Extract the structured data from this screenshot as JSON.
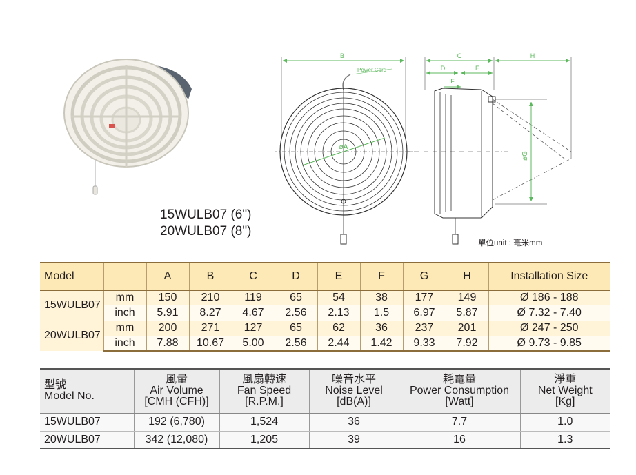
{
  "titles": {
    "model_6": "15WULB07 (6\")",
    "model_8": "20WULB07 (8\")"
  },
  "drawing": {
    "dim_labels": {
      "B": "B",
      "C": "C",
      "D": "D",
      "E": "E",
      "F": "F",
      "H": "H",
      "A": "øA",
      "G": "øG"
    },
    "power_cord": "Power Cord",
    "unit": "單位unit : 毫米mm"
  },
  "dimensions": {
    "headers": [
      "Model",
      "",
      "A",
      "B",
      "C",
      "D",
      "E",
      "F",
      "G",
      "H",
      "Installation Size"
    ],
    "rows": [
      {
        "model": "15WULB07",
        "unit": "mm",
        "values": [
          "150",
          "210",
          "119",
          "65",
          "54",
          "38",
          "177",
          "149"
        ],
        "install": "Ø 186 - 188"
      },
      {
        "model": "",
        "unit": "inch",
        "values": [
          "5.91",
          "8.27",
          "4.67",
          "2.56",
          "2.13",
          "1.5",
          "6.97",
          "5.87"
        ],
        "install": "Ø 7.32 - 7.40"
      },
      {
        "model": "20WULB07",
        "unit": "mm",
        "values": [
          "200",
          "271",
          "127",
          "65",
          "62",
          "36",
          "237",
          "201"
        ],
        "install": "Ø 247 - 250"
      },
      {
        "model": "",
        "unit": "inch",
        "values": [
          "7.88",
          "10.67",
          "5.00",
          "2.56",
          "2.44",
          "1.42",
          "9.33",
          "7.92"
        ],
        "install": "Ø 9.73 - 9.85"
      }
    ]
  },
  "performance": {
    "headers": [
      {
        "zh": "型號",
        "en": "Model No.",
        "unit": ""
      },
      {
        "zh": "風量",
        "en": "Air Volume",
        "unit": "[CMH (CFH)]"
      },
      {
        "zh": "風扇轉速",
        "en": "Fan Speed",
        "unit": "[R.P.M.]"
      },
      {
        "zh": "噪音水平",
        "en": "Noise Level",
        "unit": "[dB(A)]"
      },
      {
        "zh": "耗電量",
        "en": "Power Consumption",
        "unit": "[Watt]"
      },
      {
        "zh": "淨重",
        "en": "Net Weight",
        "unit": "[Kg]"
      }
    ],
    "rows": [
      [
        "15WULB07",
        "192 (6,780)",
        "1,524",
        "36",
        "7.7",
        "1.0"
      ],
      [
        "20WULB07",
        "342 (12,080)",
        "1,205",
        "39",
        "16",
        "1.3"
      ]
    ]
  },
  "colors": {
    "dim_header": "#fde9b5",
    "dim_row": "#fff4d8",
    "dim_line": "#5cb85c",
    "perf_header": "#ececec"
  }
}
